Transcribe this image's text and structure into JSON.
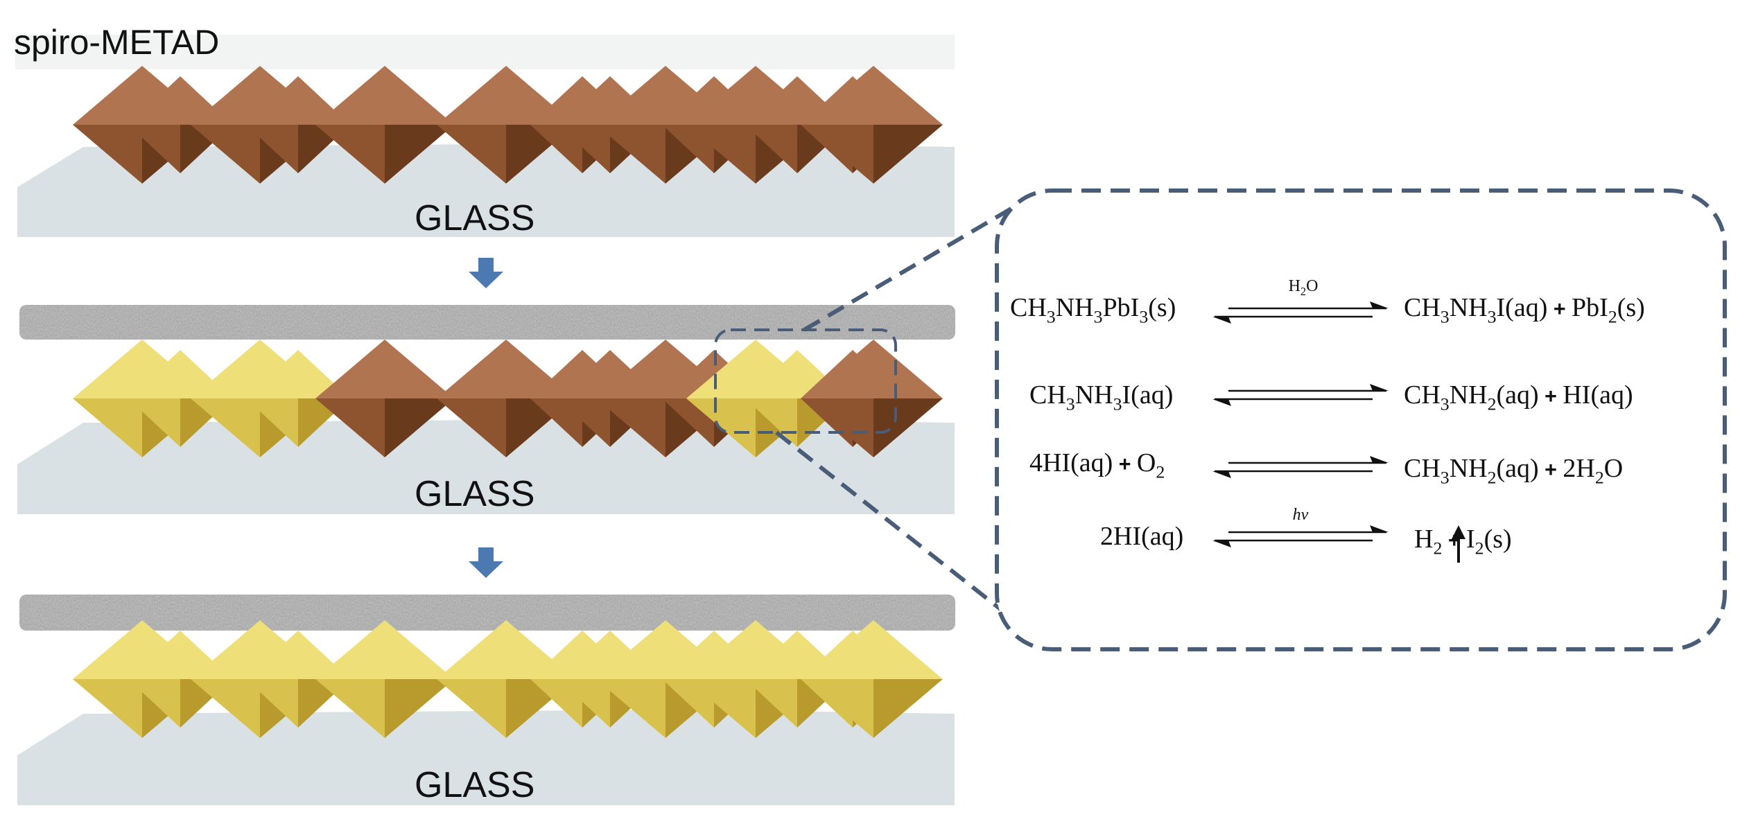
{
  "layers": {
    "top_label": "spiro-METAD",
    "panel_labels": [
      "GLASS",
      "GLASS",
      "GLASS"
    ]
  },
  "colors": {
    "brown_light": "#b07450",
    "brown_mid": "#8e5430",
    "brown_dark": "#6a3a1c",
    "gold_light": "#efdf78",
    "gold_mid": "#d9c14e",
    "gold_dark": "#b89b2c",
    "glass": "#d8e0e3",
    "arrow": "#4d79b3",
    "dash": "#4a5d78"
  },
  "reactions": [
    {
      "left": [
        "CH",
        {
          "sub": "3"
        },
        "NH",
        {
          "sub": "3"
        },
        "PbI",
        {
          "sub": "3"
        },
        "(s)"
      ],
      "condition": [
        "H",
        {
          "sub": "2"
        },
        "O"
      ],
      "right": [
        "CH",
        {
          "sub": "3"
        },
        "NH",
        {
          "sub": "3"
        },
        "I(aq)",
        "+",
        "PbI",
        {
          "sub": "2"
        },
        "(s)"
      ]
    },
    {
      "left": [
        "CH",
        {
          "sub": "3"
        },
        "NH",
        {
          "sub": "3"
        },
        "I(aq)"
      ],
      "condition": [],
      "right": [
        "CH",
        {
          "sub": "3"
        },
        "NH",
        {
          "sub": "2"
        },
        "(aq)",
        "+",
        "HI(aq)"
      ]
    },
    {
      "left": [
        "4HI(aq)",
        "+",
        "O",
        {
          "sub": "2"
        }
      ],
      "condition": [],
      "right": [
        "CH",
        {
          "sub": "3"
        },
        "NH",
        {
          "sub": "2"
        },
        "(aq)",
        "+",
        "2H",
        {
          "sub": "2"
        },
        "O"
      ]
    },
    {
      "left": [
        "2HI(aq)"
      ],
      "condition": [
        {
          "it": "hv"
        }
      ],
      "right": [
        "H",
        {
          "sub": "2"
        },
        "+",
        "I",
        {
          "sub": "2"
        },
        "(s)"
      ]
    }
  ]
}
